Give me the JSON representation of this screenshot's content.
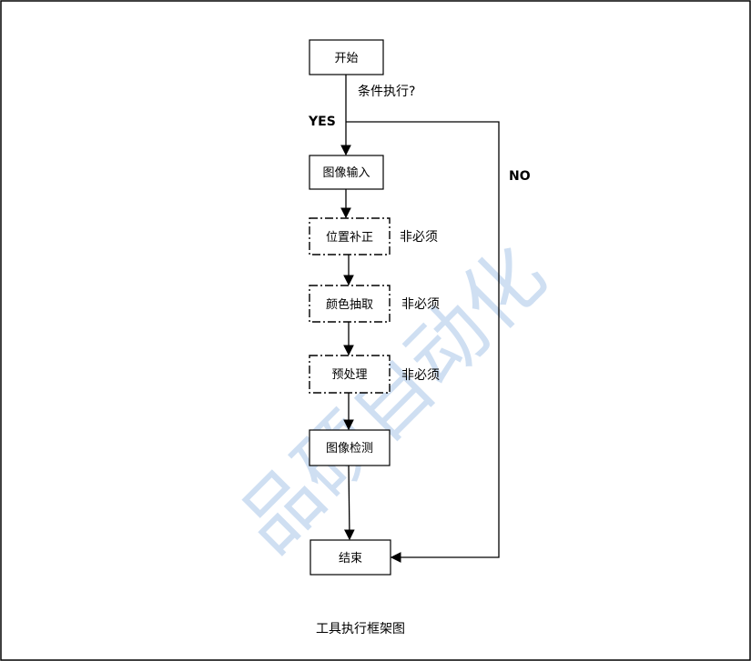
{
  "nodes": {
    "start": "开始",
    "image_input": "图像输入",
    "position_correction": "位置补正",
    "color_extraction": "颜色抽取",
    "preprocess": "预处理",
    "image_detection": "图像检测",
    "end": "结束"
  },
  "labels": {
    "condition": "条件执行?",
    "yes": "YES",
    "no": "NO",
    "optional_1": "非必须",
    "optional_2": "非必须",
    "optional_3": "非必须"
  },
  "caption": "工具执行框架图",
  "watermark": "品硕自动化",
  "colors": {
    "stroke": "#000000",
    "watermark": "#a9c6e8"
  }
}
